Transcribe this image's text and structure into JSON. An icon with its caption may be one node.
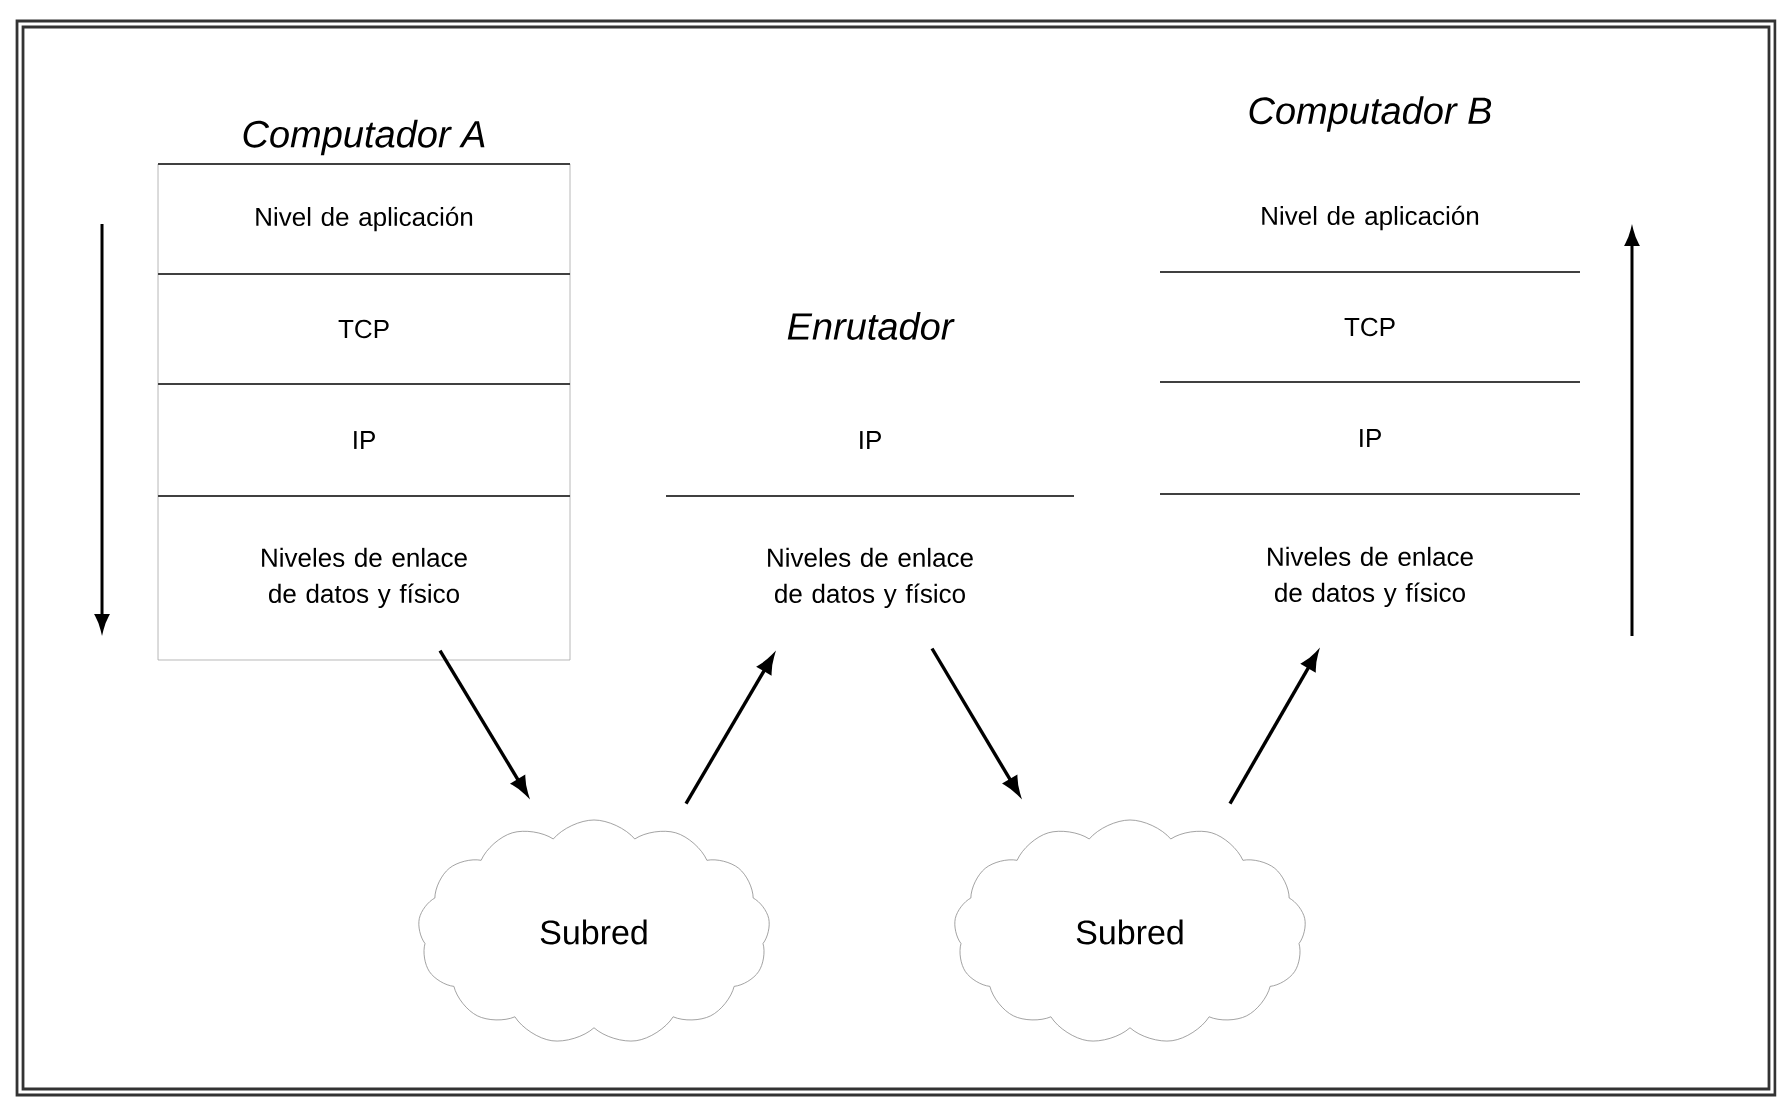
{
  "diagram": {
    "nodes": [
      {
        "text": [
          "Computador A"
        ]
      },
      {
        "text": [
          "Nivel de aplicación"
        ],
        "in": 0
      },
      {
        "text": [
          "TCP"
        ],
        "in": 0
      },
      {
        "text": [
          "IP"
        ],
        "in": 0
      },
      {
        "text": [
          "Niveles de enlace de datos y físico"
        ],
        "in": 0
      },
      {
        "text": [
          "IP"
        ]
      },
      {
        "text": [
          "Niveles de enlace de datos y físico"
        ]
      },
      {
        "text": [
          "Nivel de aplicación"
        ]
      },
      {
        "text": [
          "TCP"
        ]
      },
      {
        "text": [
          "IP"
        ]
      },
      {
        "text": [
          "Niveles de enlace de datos y físico"
        ]
      },
      {
        "text": [
          "Subred"
        ]
      },
      {
        "text": [
          "Subred"
        ]
      }
    ],
    "edges": [
      {
        "from": 4,
        "to": 11,
        "arrow": "to"
      },
      {
        "from": 11,
        "to": 6,
        "arrow": "to"
      },
      {
        "from": 6,
        "to": 12,
        "arrow": "to"
      },
      {
        "from": 12,
        "to": 10,
        "arrow": "to"
      }
    ],
    "labels": [
      "Enrutador",
      "Computador B"
    ]
  }
}
